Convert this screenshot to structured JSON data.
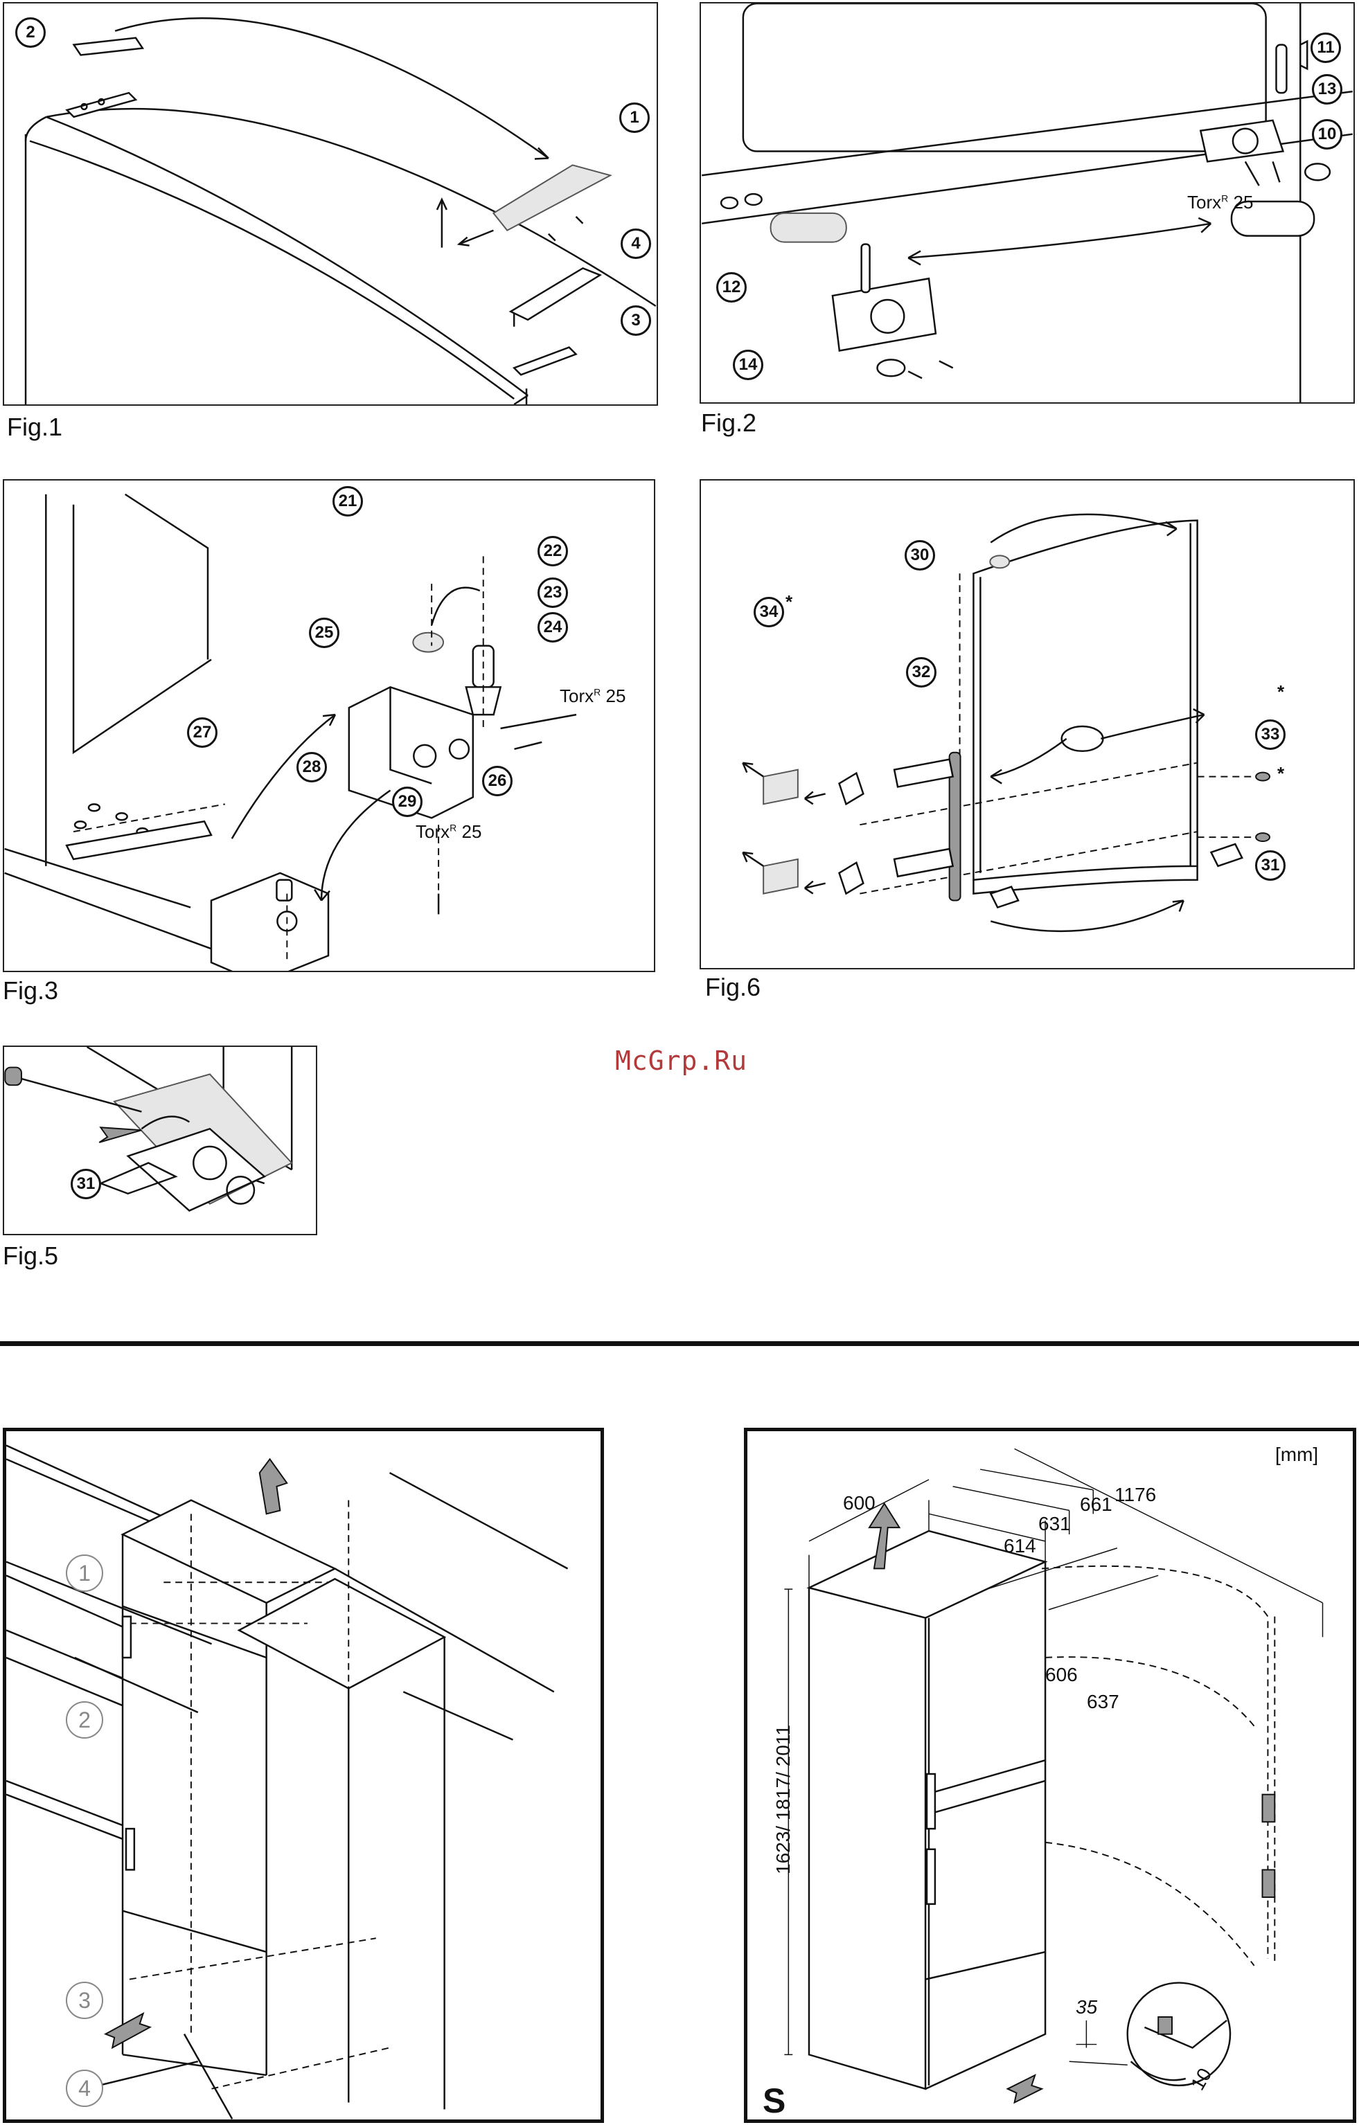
{
  "figures": {
    "fig1": {
      "label": "Fig.1",
      "callouts": [
        "1",
        "2",
        "3",
        "4"
      ]
    },
    "fig2": {
      "label": "Fig.2",
      "callouts": [
        "10",
        "11",
        "12",
        "13",
        "14"
      ],
      "torx": "Torx",
      "torx_sup": "R",
      "torx_size": "25"
    },
    "fig3": {
      "label": "Fig.3",
      "callouts": [
        "21",
        "22",
        "23",
        "24",
        "25",
        "26",
        "27",
        "28",
        "29"
      ],
      "torx": "Torx",
      "torx_sup": "R",
      "torx_size": "25"
    },
    "fig5": {
      "label": "Fig.5",
      "callouts": [
        "31"
      ]
    },
    "fig6": {
      "label": "Fig.6",
      "callouts": [
        "30",
        "31",
        "32",
        "33",
        "34"
      ],
      "star": "*"
    }
  },
  "watermark": "McGrp.Ru",
  "installation": {
    "callouts": [
      "1",
      "2",
      "3",
      "4"
    ]
  },
  "dimensions": {
    "unit": "[mm]",
    "depth": "600",
    "w614": "614",
    "w631": "631",
    "w661": "661",
    "w1176": "1176",
    "d606": "606",
    "d637": "637",
    "height": "1623/ 1817/ 2011",
    "angle": "35",
    "wrench": "10",
    "model": "S"
  },
  "colors": {
    "line": "#111111",
    "watermark": "#b23a3a",
    "light_callout": "#888888"
  }
}
